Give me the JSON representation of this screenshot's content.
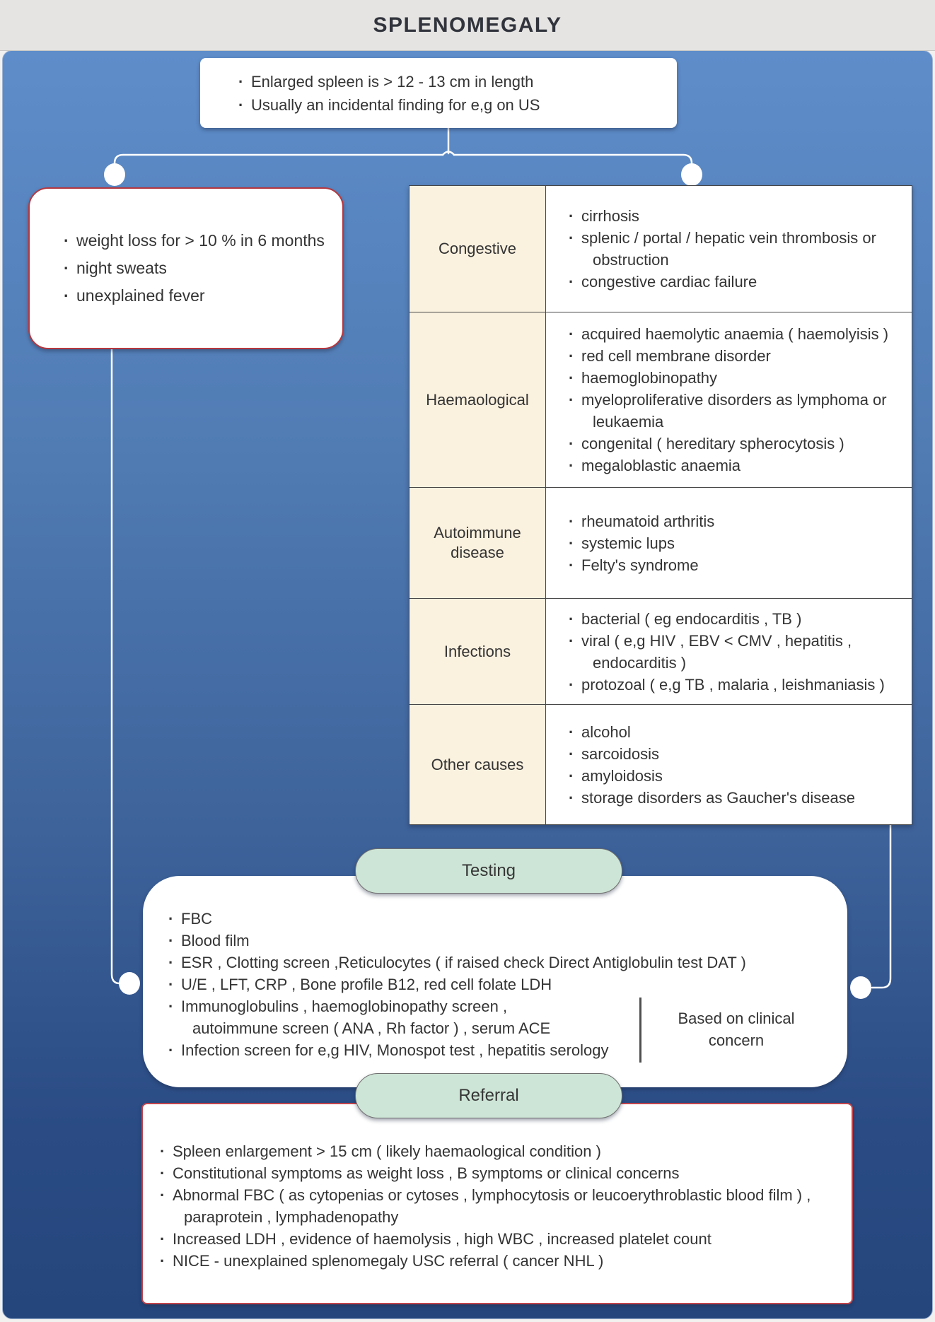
{
  "title": "SPLENOMEGALY",
  "colors": {
    "titlebar_bg": "#e5e4e2",
    "panel_blue_top": "#5e8dca",
    "panel_blue_bottom": "#24467c",
    "cream_cell": "#faf1df",
    "pill_green": "#cde5d6",
    "red_border": "#b5373f",
    "white": "#ffffff",
    "text": "#343434"
  },
  "definition_box": {
    "items": [
      "Enlarged spleen is > 12 - 13 cm in length",
      "Usually an incidental finding for e,g on US"
    ]
  },
  "red_flags_box": {
    "items": [
      "weight loss for >  10 % in 6 months",
      "night sweats",
      "unexplained fever"
    ]
  },
  "causes_table": {
    "rows": [
      {
        "label": "Congestive",
        "lines": [
          "cirrhosis",
          "splenic / portal / hepatic vein thrombosis or",
          "obstruction",
          "congestive cardiac failure"
        ]
      },
      {
        "label": "Haemaological",
        "lines": [
          "acquired haemolytic anaemia ( haemolyisis )",
          "red cell membrane disorder",
          "haemoglobinopathy",
          "myeloproliferative disorders as lymphoma or",
          "leukaemia",
          "congenital ( hereditary spherocytosis )",
          "megaloblastic anaemia"
        ]
      },
      {
        "label": "Autoimmune disease",
        "lines": [
          "rheumatoid arthritis",
          "systemic lups",
          "Felty's syndrome"
        ]
      },
      {
        "label": "Infections",
        "lines": [
          "bacterial ( eg endocarditis , TB )",
          "viral ( e,g HIV , EBV < CMV , hepatitis ,",
          "endocarditis )",
          "protozoal ( e,g TB , malaria , leishmaniasis )"
        ]
      },
      {
        "label": "Other causes",
        "lines": [
          "alcohol",
          "sarcoidosis",
          "amyloidosis",
          "storage disorders as Gaucher's disease"
        ]
      }
    ]
  },
  "testing": {
    "pill_label": "Testing",
    "lines": [
      "FBC",
      "Blood film",
      "ESR , Clotting screen ,Reticulocytes ( if raised check Direct Antiglobulin test DAT )",
      "U/E , LFT, CRP , Bone profile B12, red cell folate LDH",
      "Immunoglobulins , haemoglobinopathy screen ,",
      "autoimmune screen ( ANA , Rh factor ) , serum ACE",
      "Infection screen for e,g HIV, Monospot test , hepatitis serology"
    ],
    "note": "Based on clinical concern"
  },
  "referral": {
    "pill_label": "Referral",
    "lines": [
      "Spleen enlargement > 15 cm ( likely haemaological condition )",
      "Constitutional symptoms as weight loss , B symptoms or clinical concerns",
      "Abnormal FBC ( as cytopenias or cytoses , lymphocytosis or leucoerythroblastic blood film ) ,",
      "paraprotein , lymphadenopathy",
      "Increased LDH , evidence of haemolysis , high WBC , increased platelet count",
      "NICE - unexplained splenomegaly USC referral ( cancer NHL )"
    ]
  }
}
